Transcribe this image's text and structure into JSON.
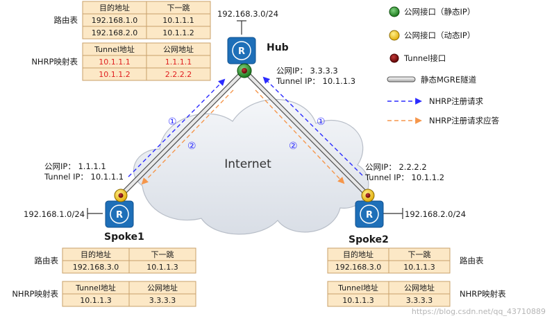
{
  "hub": {
    "name": "Hub",
    "subnet": "192.168.3.0/24",
    "public_ip": "公网IP： 3.3.3.3",
    "tunnel_ip": "Tunnel IP： 10.1.1.3",
    "route_table": {
      "label": "路由表",
      "headers": [
        "目的地址",
        "下一跳"
      ],
      "rows": [
        [
          "192.168.1.0",
          "10.1.1.1"
        ],
        [
          "192.168.2.0",
          "10.1.1.2"
        ]
      ]
    },
    "nhrp_table": {
      "label": "NHRP映射表",
      "headers": [
        "Tunnel地址",
        "公网地址"
      ],
      "rows": [
        [
          "10.1.1.1",
          "1.1.1.1"
        ],
        [
          "10.1.1.2",
          "2.2.2.2"
        ]
      ]
    }
  },
  "spoke1": {
    "name": "Spoke1",
    "subnet": "192.168.1.0/24",
    "public_ip": "公网IP： 1.1.1.1",
    "tunnel_ip": "Tunnel IP： 10.1.1.1",
    "route_table": {
      "label": "路由表",
      "headers": [
        "目的地址",
        "下一跳"
      ],
      "rows": [
        [
          "192.168.3.0",
          "10.1.1.3"
        ]
      ]
    },
    "nhrp_table": {
      "label": "NHRP映射表",
      "headers": [
        "Tunnel地址",
        "公网地址"
      ],
      "rows": [
        [
          "10.1.1.3",
          "3.3.3.3"
        ]
      ]
    }
  },
  "spoke2": {
    "name": "Spoke2",
    "subnet": "192.168.2.0/24",
    "public_ip": "公网IP： 2.2.2.2",
    "tunnel_ip": "Tunnel IP： 10.1.1.2",
    "route_table": {
      "label": "路由表",
      "headers": [
        "目的地址",
        "下一跳"
      ],
      "rows": [
        [
          "192.168.3.0",
          "10.1.1.3"
        ]
      ]
    },
    "nhrp_table": {
      "label": "NHRP映射表",
      "headers": [
        "Tunnel地址",
        "公网地址"
      ],
      "rows": [
        [
          "10.1.1.3",
          "3.3.3.3"
        ]
      ]
    }
  },
  "internet_label": "Internet",
  "step_1": "①",
  "step_2": "②",
  "legend": {
    "static_ip": "公网接口（静态IP）",
    "dynamic_ip": "公网接口（动态IP）",
    "tunnel": "Tunnel接口",
    "mgre": "静态MGRE隧道",
    "nhrp_request": "NHRP注册请求",
    "nhrp_reply": "NHRP注册请求应答"
  },
  "colors": {
    "router": "#1e6fb8",
    "static_ip": "#1a8a1a",
    "dynamic_ip": "#f2c200",
    "tunnel": "#8b0000",
    "request_arrow": "#2b2bff",
    "reply_arrow": "#f5964b",
    "table_fill": "#fce8c6",
    "highlight_text": "#e02020"
  },
  "watermark": "https://blog.csdn.net/qq_43710889"
}
